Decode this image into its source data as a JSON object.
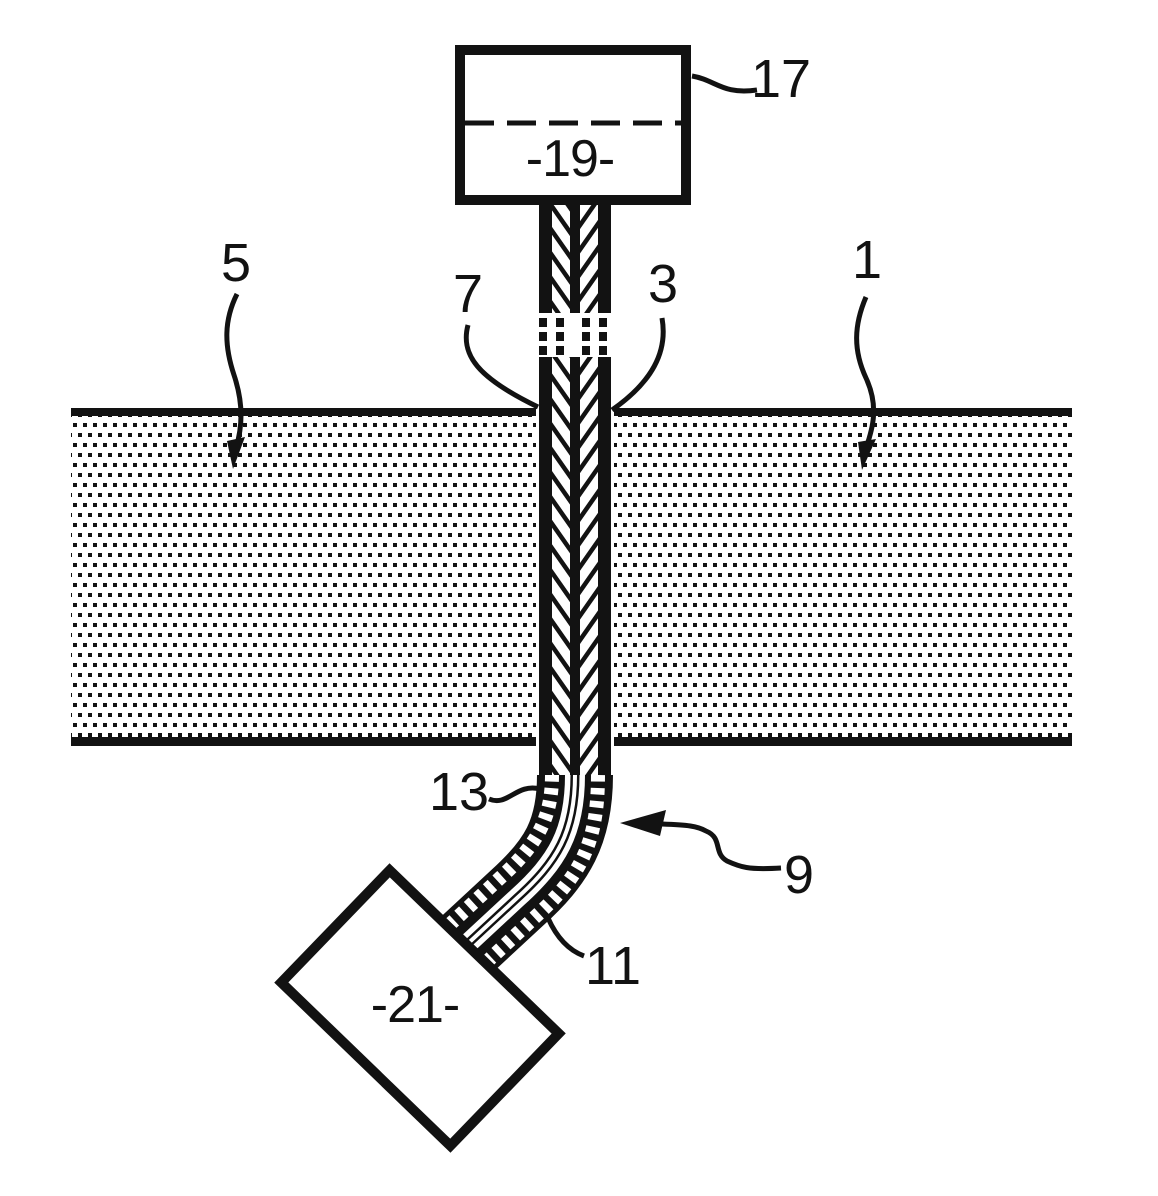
{
  "figure": {
    "labels": {
      "upper_box": "-19-",
      "lower_box": "-21-",
      "ref17": "17",
      "ref5": "5",
      "ref7": "7",
      "ref3": "3",
      "ref1": "1",
      "ref13": "13",
      "ref9": "9",
      "ref11": "11"
    },
    "colors": {
      "ink": "#121212",
      "paper": "#ffffff"
    }
  }
}
